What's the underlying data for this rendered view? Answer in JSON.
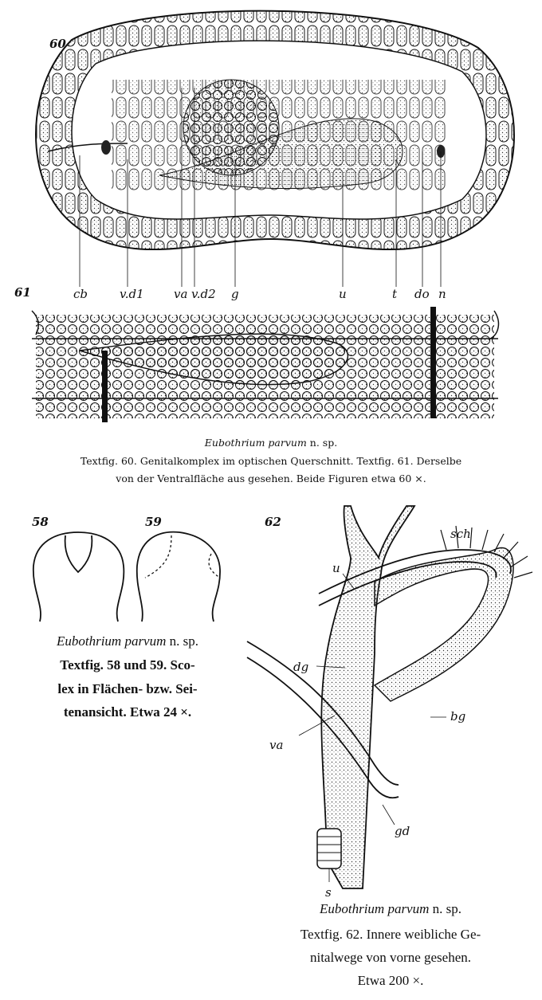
{
  "figures": {
    "fig60": {
      "number": "60"
    },
    "fig61": {
      "number": "61",
      "labels": [
        "cb",
        "v.d1",
        "va",
        "v.d2",
        "g",
        "u",
        "t",
        "do",
        "n"
      ]
    },
    "fig58": {
      "number": "58"
    },
    "fig59": {
      "number": "59"
    },
    "fig62": {
      "number": "62",
      "labels": {
        "sch": "sch",
        "u": "u",
        "dg": "dg",
        "bg": "bg",
        "va": "va",
        "gd": "gd",
        "s": "s"
      }
    }
  },
  "captions": {
    "top": {
      "species": "Eubothrium parvum",
      "species_suffix": " n. sp.",
      "line1": "Textfig. 60.  Genitalkomplex im optischen Querschnitt.  Textfig. 61.  Derselbe",
      "line2": "von der Ventralfläche aus gesehen.  Beide Figuren etwa 60 ×."
    },
    "left": {
      "species": "Eubothrium parvum",
      "species_suffix": " n. sp.",
      "lines": [
        "Textfig. 58 und 59. Sco-",
        "lex in Flächen- bzw. Sei-",
        "tenansicht. Etwa 24 ×."
      ]
    },
    "right": {
      "species": "Eubothrium parvum",
      "species_suffix": " n. sp.",
      "lines": [
        "Textfig. 62. Innere weibliche Ge-",
        "nitalwege von vorne gesehen.",
        "Etwa 200 ×."
      ]
    }
  }
}
